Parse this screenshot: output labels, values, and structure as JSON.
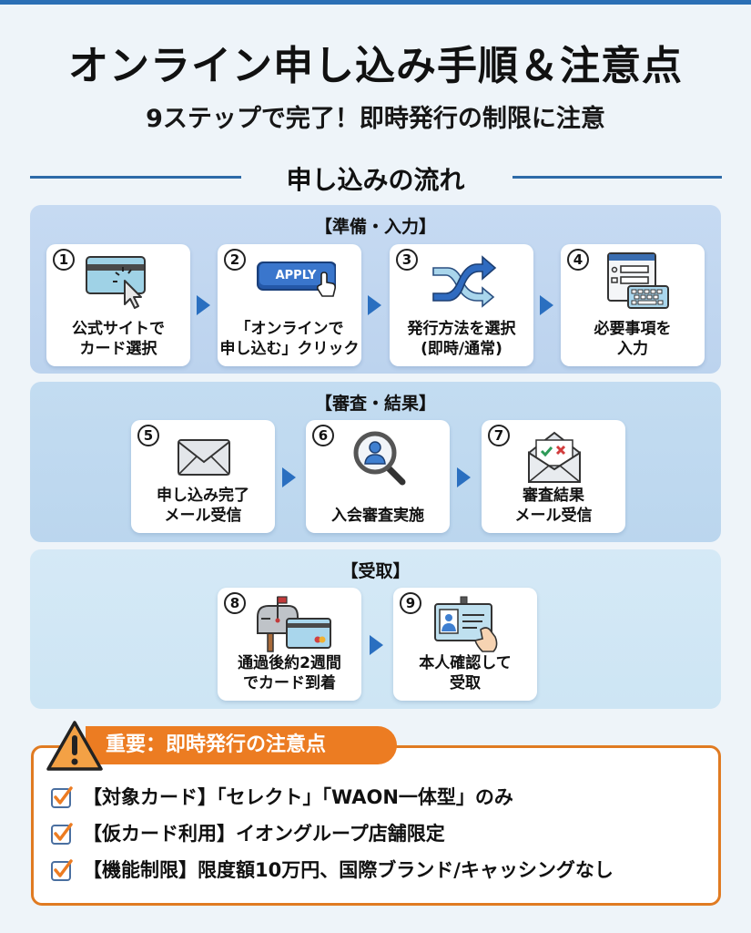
{
  "header": {
    "title": "オンライン申し込み手順＆注意点",
    "subtitle": "9ステップで完了！即時発行の制限に注意",
    "section_title": "申し込みの流れ"
  },
  "groups": [
    {
      "title": "【準備・入力】",
      "steps": [
        {
          "number": "1",
          "icon": "card-click-icon",
          "text": "公式サイトで\nカード選択"
        },
        {
          "number": "2",
          "icon": "apply-button-icon",
          "icon_label": "APPLY",
          "text": "「オンラインで\n申し込む」クリック"
        },
        {
          "number": "3",
          "icon": "shuffle-arrows-icon",
          "text": "発行方法を選択\n(即時/通常)"
        },
        {
          "number": "4",
          "icon": "form-keyboard-icon",
          "text": "必要事項を\n入力"
        }
      ]
    },
    {
      "title": "【審査・結果】",
      "steps": [
        {
          "number": "5",
          "icon": "envelope-icon",
          "text": "申し込み完了\nメール受信"
        },
        {
          "number": "6",
          "icon": "magnifier-person-icon",
          "text": "入会審査実施"
        },
        {
          "number": "7",
          "icon": "open-envelope-result-icon",
          "text": "審査結果\nメール受信"
        }
      ]
    },
    {
      "title": "【受取】",
      "steps": [
        {
          "number": "8",
          "icon": "mailbox-card-icon",
          "text": "通過後約2週間\nでカード到着"
        },
        {
          "number": "9",
          "icon": "id-card-hand-icon",
          "text": "本人確認して\n受取"
        }
      ]
    }
  ],
  "warning": {
    "title": "重要：即時発行の注意点",
    "items": [
      "【対象カード】「セレクト」「WAON一体型」のみ",
      "【仮カード利用】イオングループ店舗限定",
      "【機能制限】限度額10万円、国際ブランド/キャッシングなし"
    ]
  },
  "colors": {
    "accent_blue": "#2a6fb5",
    "arrow_blue": "#2a6fc0",
    "warning_orange": "#ec7c22"
  }
}
